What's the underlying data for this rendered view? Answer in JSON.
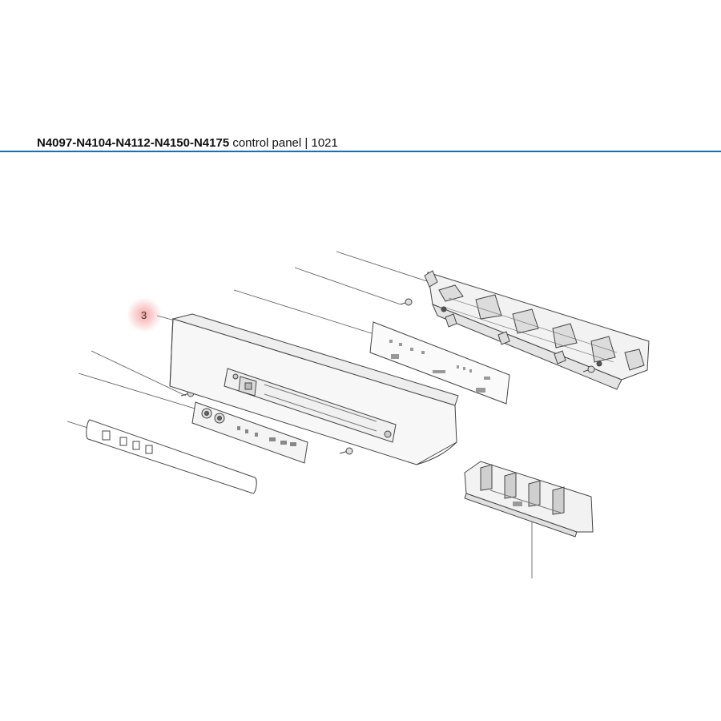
{
  "header": {
    "part_codes": "N4097-N4104-N4112-N4150-N4175",
    "subtitle": "control panel",
    "separator": "|",
    "revision": "1021"
  },
  "colors": {
    "rule": "#1a6fb0",
    "highlight": "#f08080",
    "line": "#4a4a4a"
  },
  "callouts": [
    {
      "label": "3",
      "highlighted": true
    }
  ],
  "icons": [
    "part-console",
    "part-pcb",
    "part-keyboard-board",
    "part-membrane",
    "part-bracket",
    "part-screw"
  ]
}
